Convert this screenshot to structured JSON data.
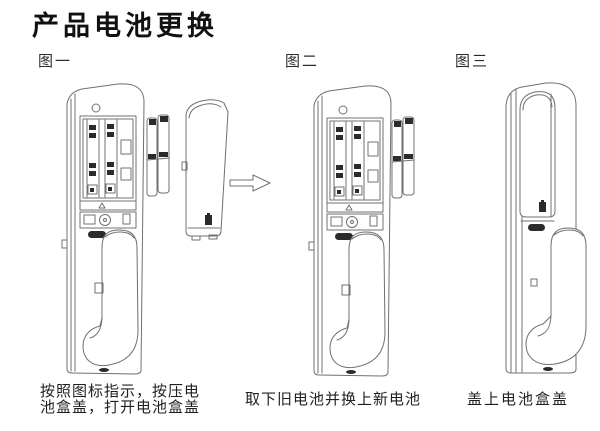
{
  "title": "产品电池更换",
  "figures": [
    {
      "label": "图一",
      "caption_lines": [
        "按照图标指示，按压电",
        "池盒盖，打开电池盒盖"
      ]
    },
    {
      "label": "图二",
      "caption_lines": [
        "取下旧电池并换上新电池"
      ]
    },
    {
      "label": "图三",
      "caption_lines": [
        "盖上电池盒盖"
      ]
    }
  ],
  "icons": {
    "arrow": "arrow-right-icon",
    "battery_pack": "battery-pack-icon",
    "battery_cover": "battery-cover-drawing",
    "battery_symbol": "battery-symbol-icon"
  },
  "colors": {
    "line": "#707070",
    "dark": "#2b2b2b",
    "text": "#111111",
    "background": "#ffffff"
  }
}
